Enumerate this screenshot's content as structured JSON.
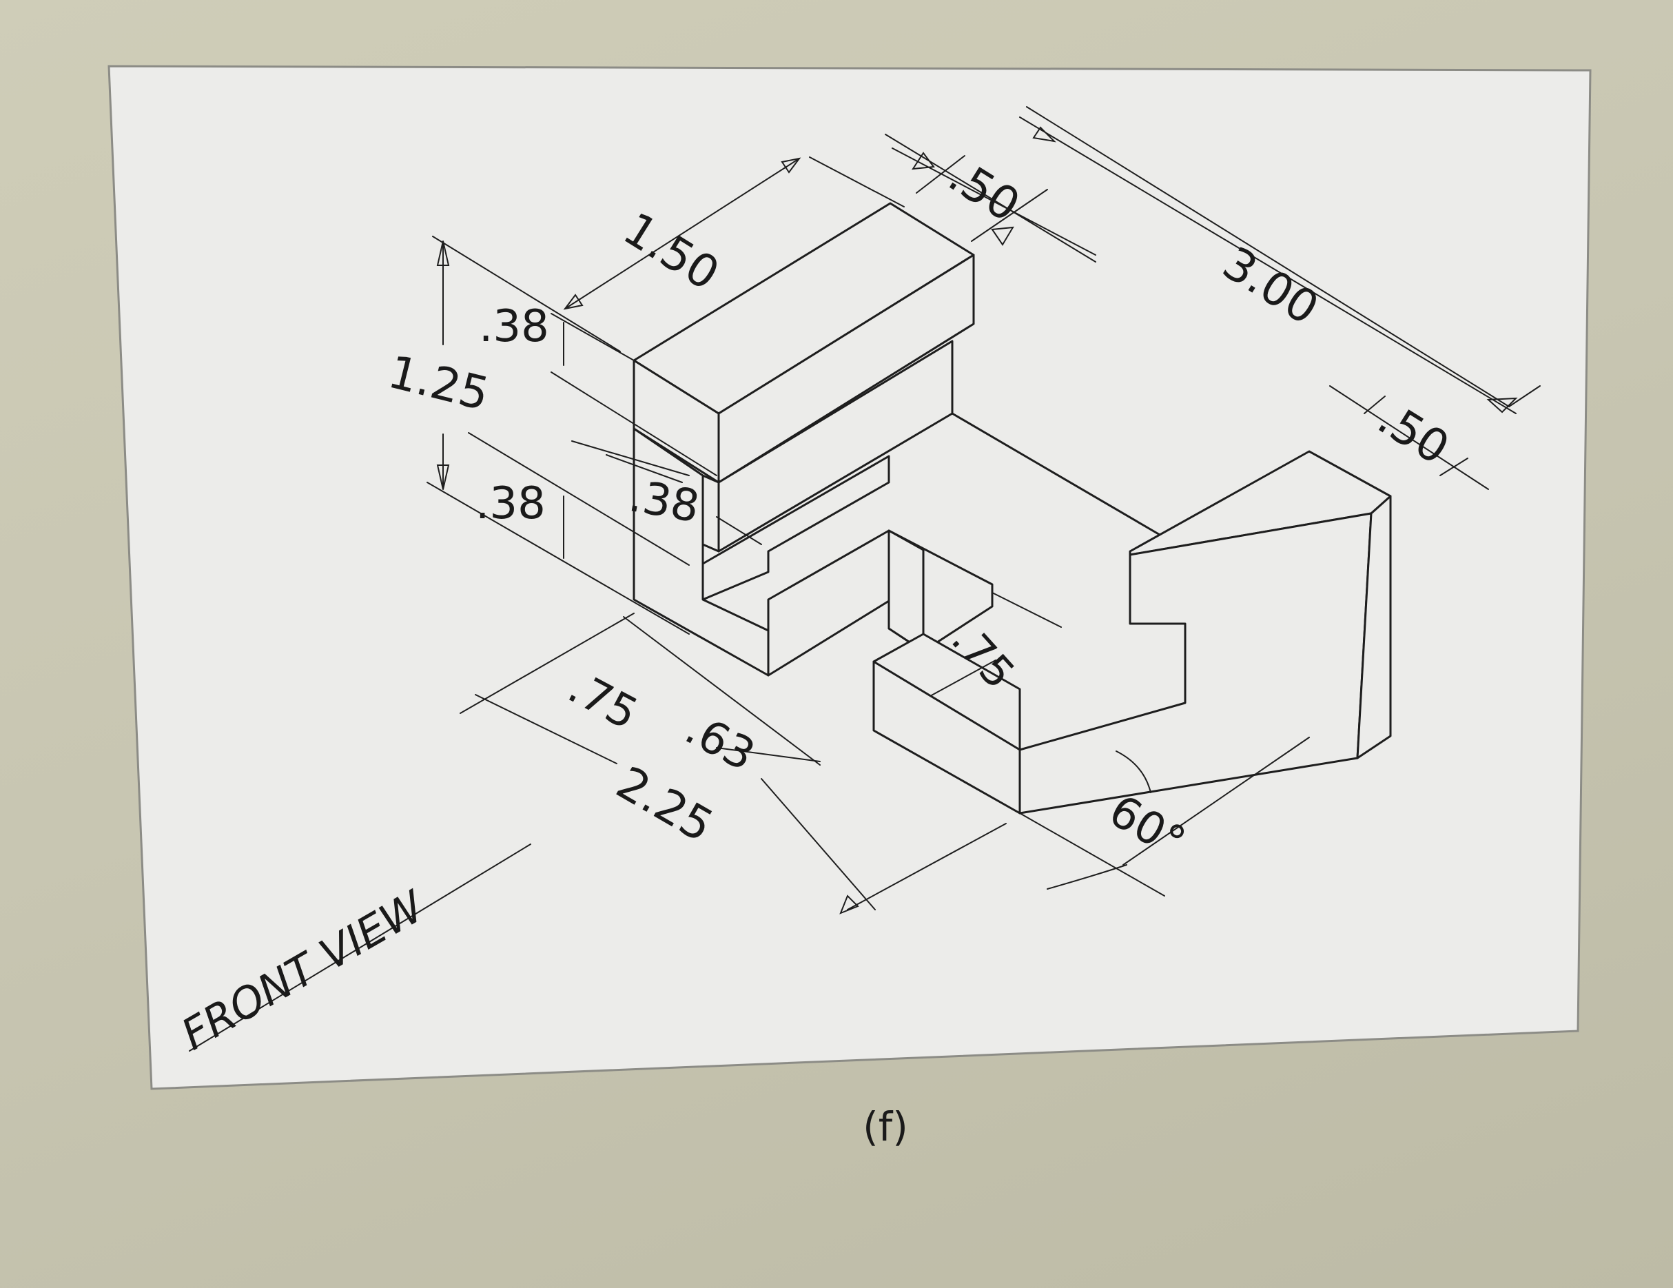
{
  "drawing": {
    "dimensions": {
      "d_150": "1.50",
      "d_050_top": ".50",
      "d_300": "3.00",
      "d_050_right": ".50",
      "d_038_top": ".38",
      "d_125": "1.25",
      "d_038_bottom": ".38",
      "d_038_mid": ".38",
      "d_075_slot": ".75",
      "d_075_front": ".75",
      "d_063": ".63",
      "d_225": "2.25",
      "d_060": "60°"
    },
    "front_view_label": "FRONT VIEW"
  },
  "caption": "(f)",
  "colors": {
    "paper": "#ececea",
    "line": "#1e1e1e",
    "background": "#cac8b3"
  }
}
